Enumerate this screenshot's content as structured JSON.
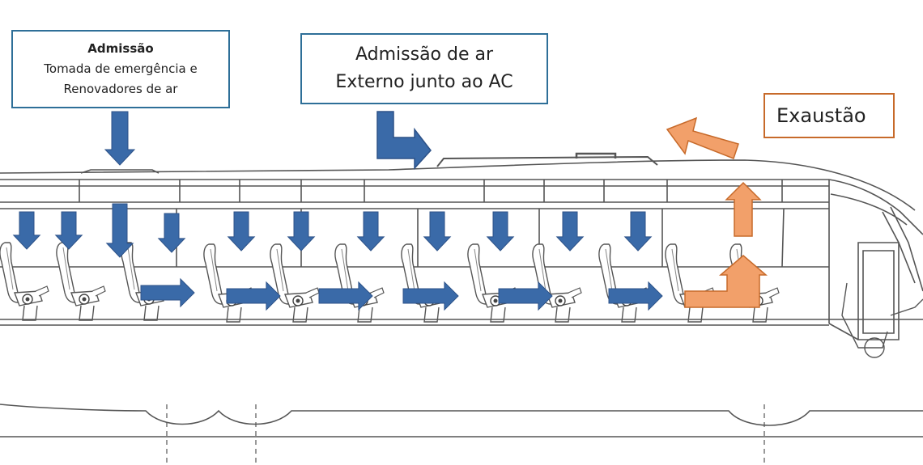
{
  "labels": {
    "intake": {
      "title": "Admissão",
      "line1": "Tomada de emergência e",
      "line2": "Renovadores de ar"
    },
    "ac_intake": {
      "line1": "Admissão de ar",
      "line2": "Externo junto ao AC"
    },
    "exhaust": {
      "text": "Exaustão"
    }
  },
  "colors": {
    "intake_arrow": "#3a6aa8",
    "exhaust_arrow": "#f2a06a",
    "intake_border": "#2e6f98",
    "exhaust_border": "#c76a2a",
    "bus_line": "#555555"
  }
}
